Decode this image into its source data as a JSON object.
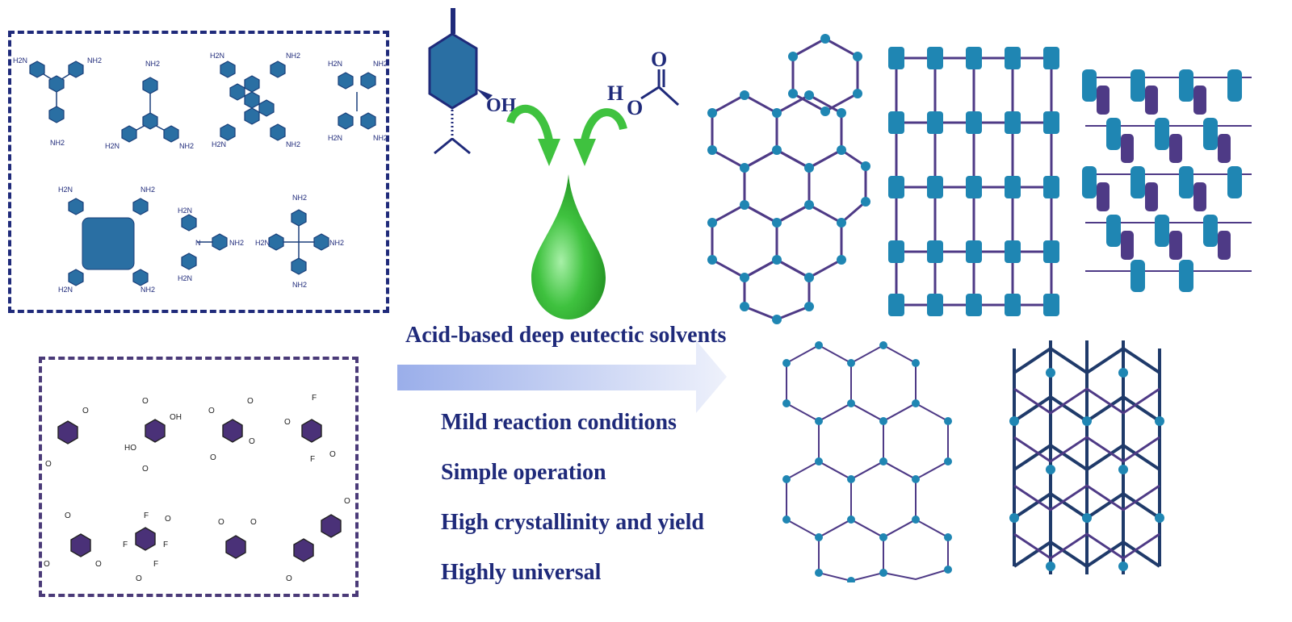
{
  "caption": "Acid-based deep eutectic solvents",
  "features": [
    "Mild reaction conditions",
    "Simple operation",
    "High crystallinity and yield",
    "Highly universal"
  ],
  "menthol_label": "OH",
  "acid_labels": {
    "h": "H",
    "o1": "O",
    "o2": "O"
  },
  "amine_label": "NH2",
  "amine_label_alt": "H2N",
  "n_label": "N",
  "ald_labels": {
    "o": "O",
    "oh": "OH",
    "ho": "HO",
    "f": "F"
  },
  "colors": {
    "navy": "#1f2a7a",
    "amine_ring": "#2a6fa3",
    "aldehyde_ring": "#4a3178",
    "green": "#3fc23f",
    "framework_teal": "#1f86b3",
    "framework_purple": "#4e3a86"
  }
}
